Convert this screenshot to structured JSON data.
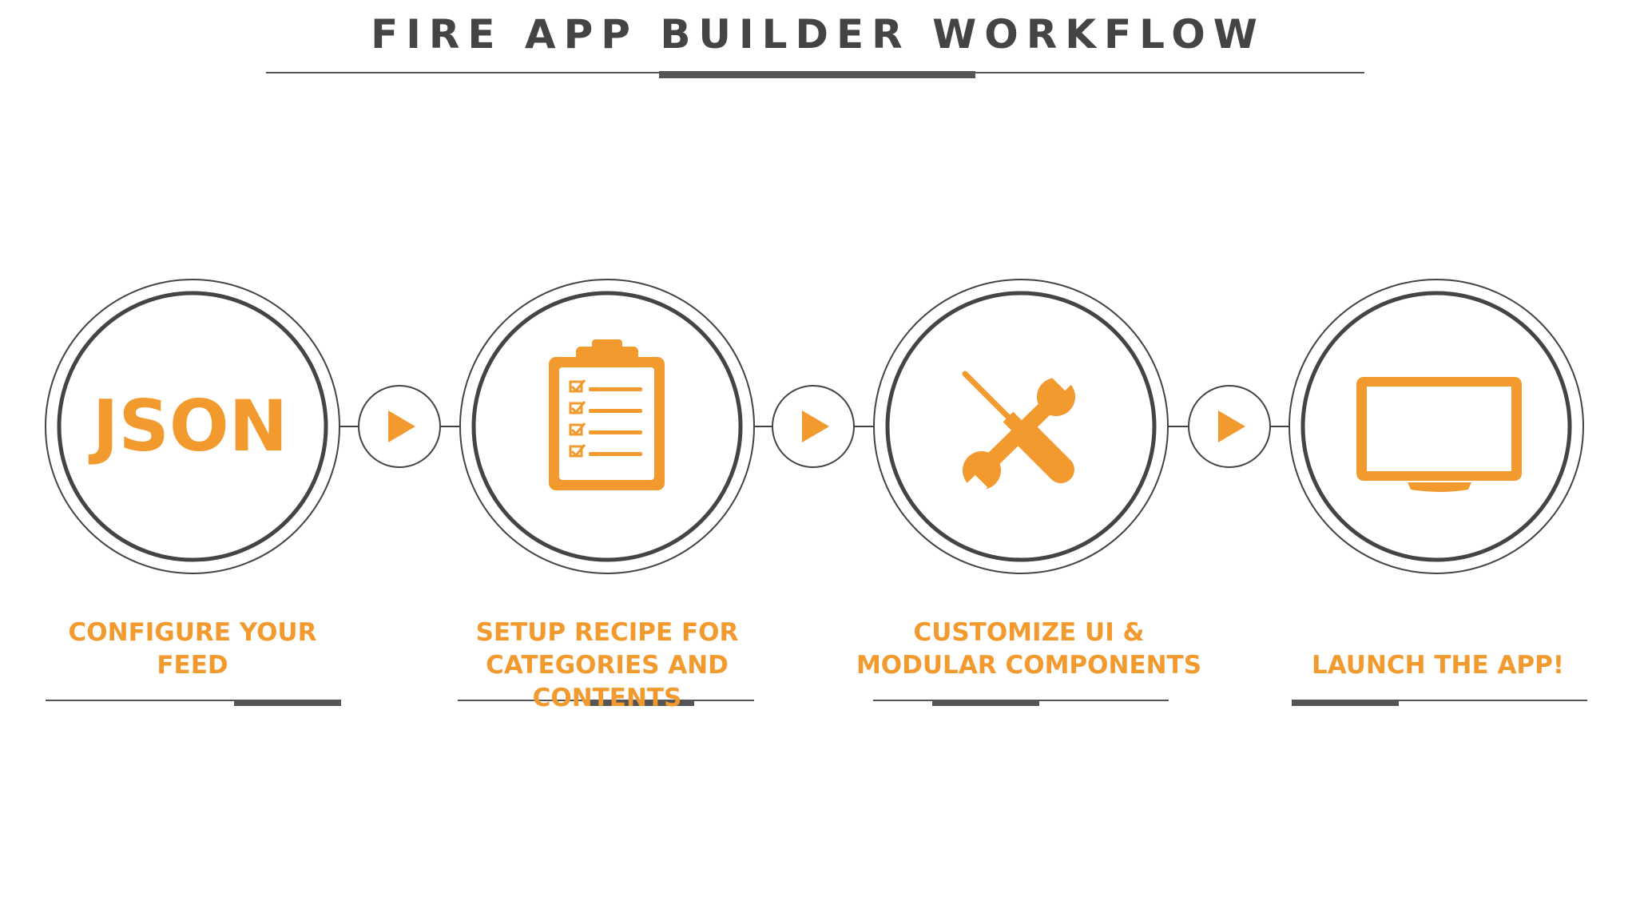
{
  "title": "FIRE APP BUILDER WORKFLOW",
  "accent_color": "#f29a2e",
  "line_color": "#444444",
  "steps": [
    {
      "icon": "json-text-icon",
      "icon_text": "JSON",
      "label_lines": [
        "CONFIGURE YOUR",
        "FEED"
      ]
    },
    {
      "icon": "clipboard-checklist-icon",
      "label_lines": [
        "SETUP RECIPE FOR",
        "CATEGORIES AND CONTENTS"
      ]
    },
    {
      "icon": "screwdriver-wrench-icon",
      "label_lines": [
        "CUSTOMIZE UI &",
        "MODULAR COMPONENTS"
      ]
    },
    {
      "icon": "monitor-icon",
      "label_lines": [
        "",
        "LAUNCH THE APP!"
      ]
    }
  ],
  "connectors": [
    {
      "icon": "play-arrow-icon"
    },
    {
      "icon": "play-arrow-icon"
    },
    {
      "icon": "play-arrow-icon"
    }
  ]
}
